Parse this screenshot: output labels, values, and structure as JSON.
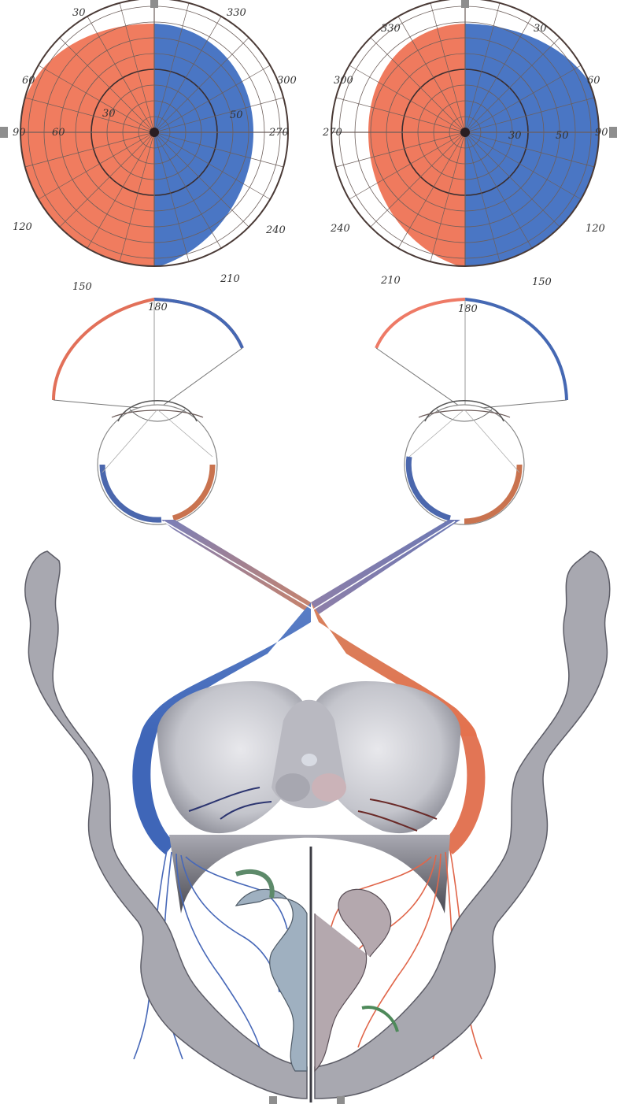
{
  "colors": {
    "left_field": "#ef7a5e",
    "right_field": "#4a76c4",
    "grid_line": "#5a4a44",
    "paper": "#ffffff",
    "brain": "#9a9aa4",
    "brain_dark": "#3e3e46"
  },
  "left_perimeter": {
    "labels": [
      "30",
      "330",
      "60",
      "300",
      "90",
      "270",
      "120",
      "240",
      "150",
      "210",
      "180",
      "60",
      "30",
      "50"
    ]
  },
  "right_perimeter": {
    "labels": [
      "330",
      "30",
      "300",
      "60",
      "270",
      "90",
      "240",
      "120",
      "210",
      "150",
      "180",
      "30",
      "50"
    ]
  }
}
